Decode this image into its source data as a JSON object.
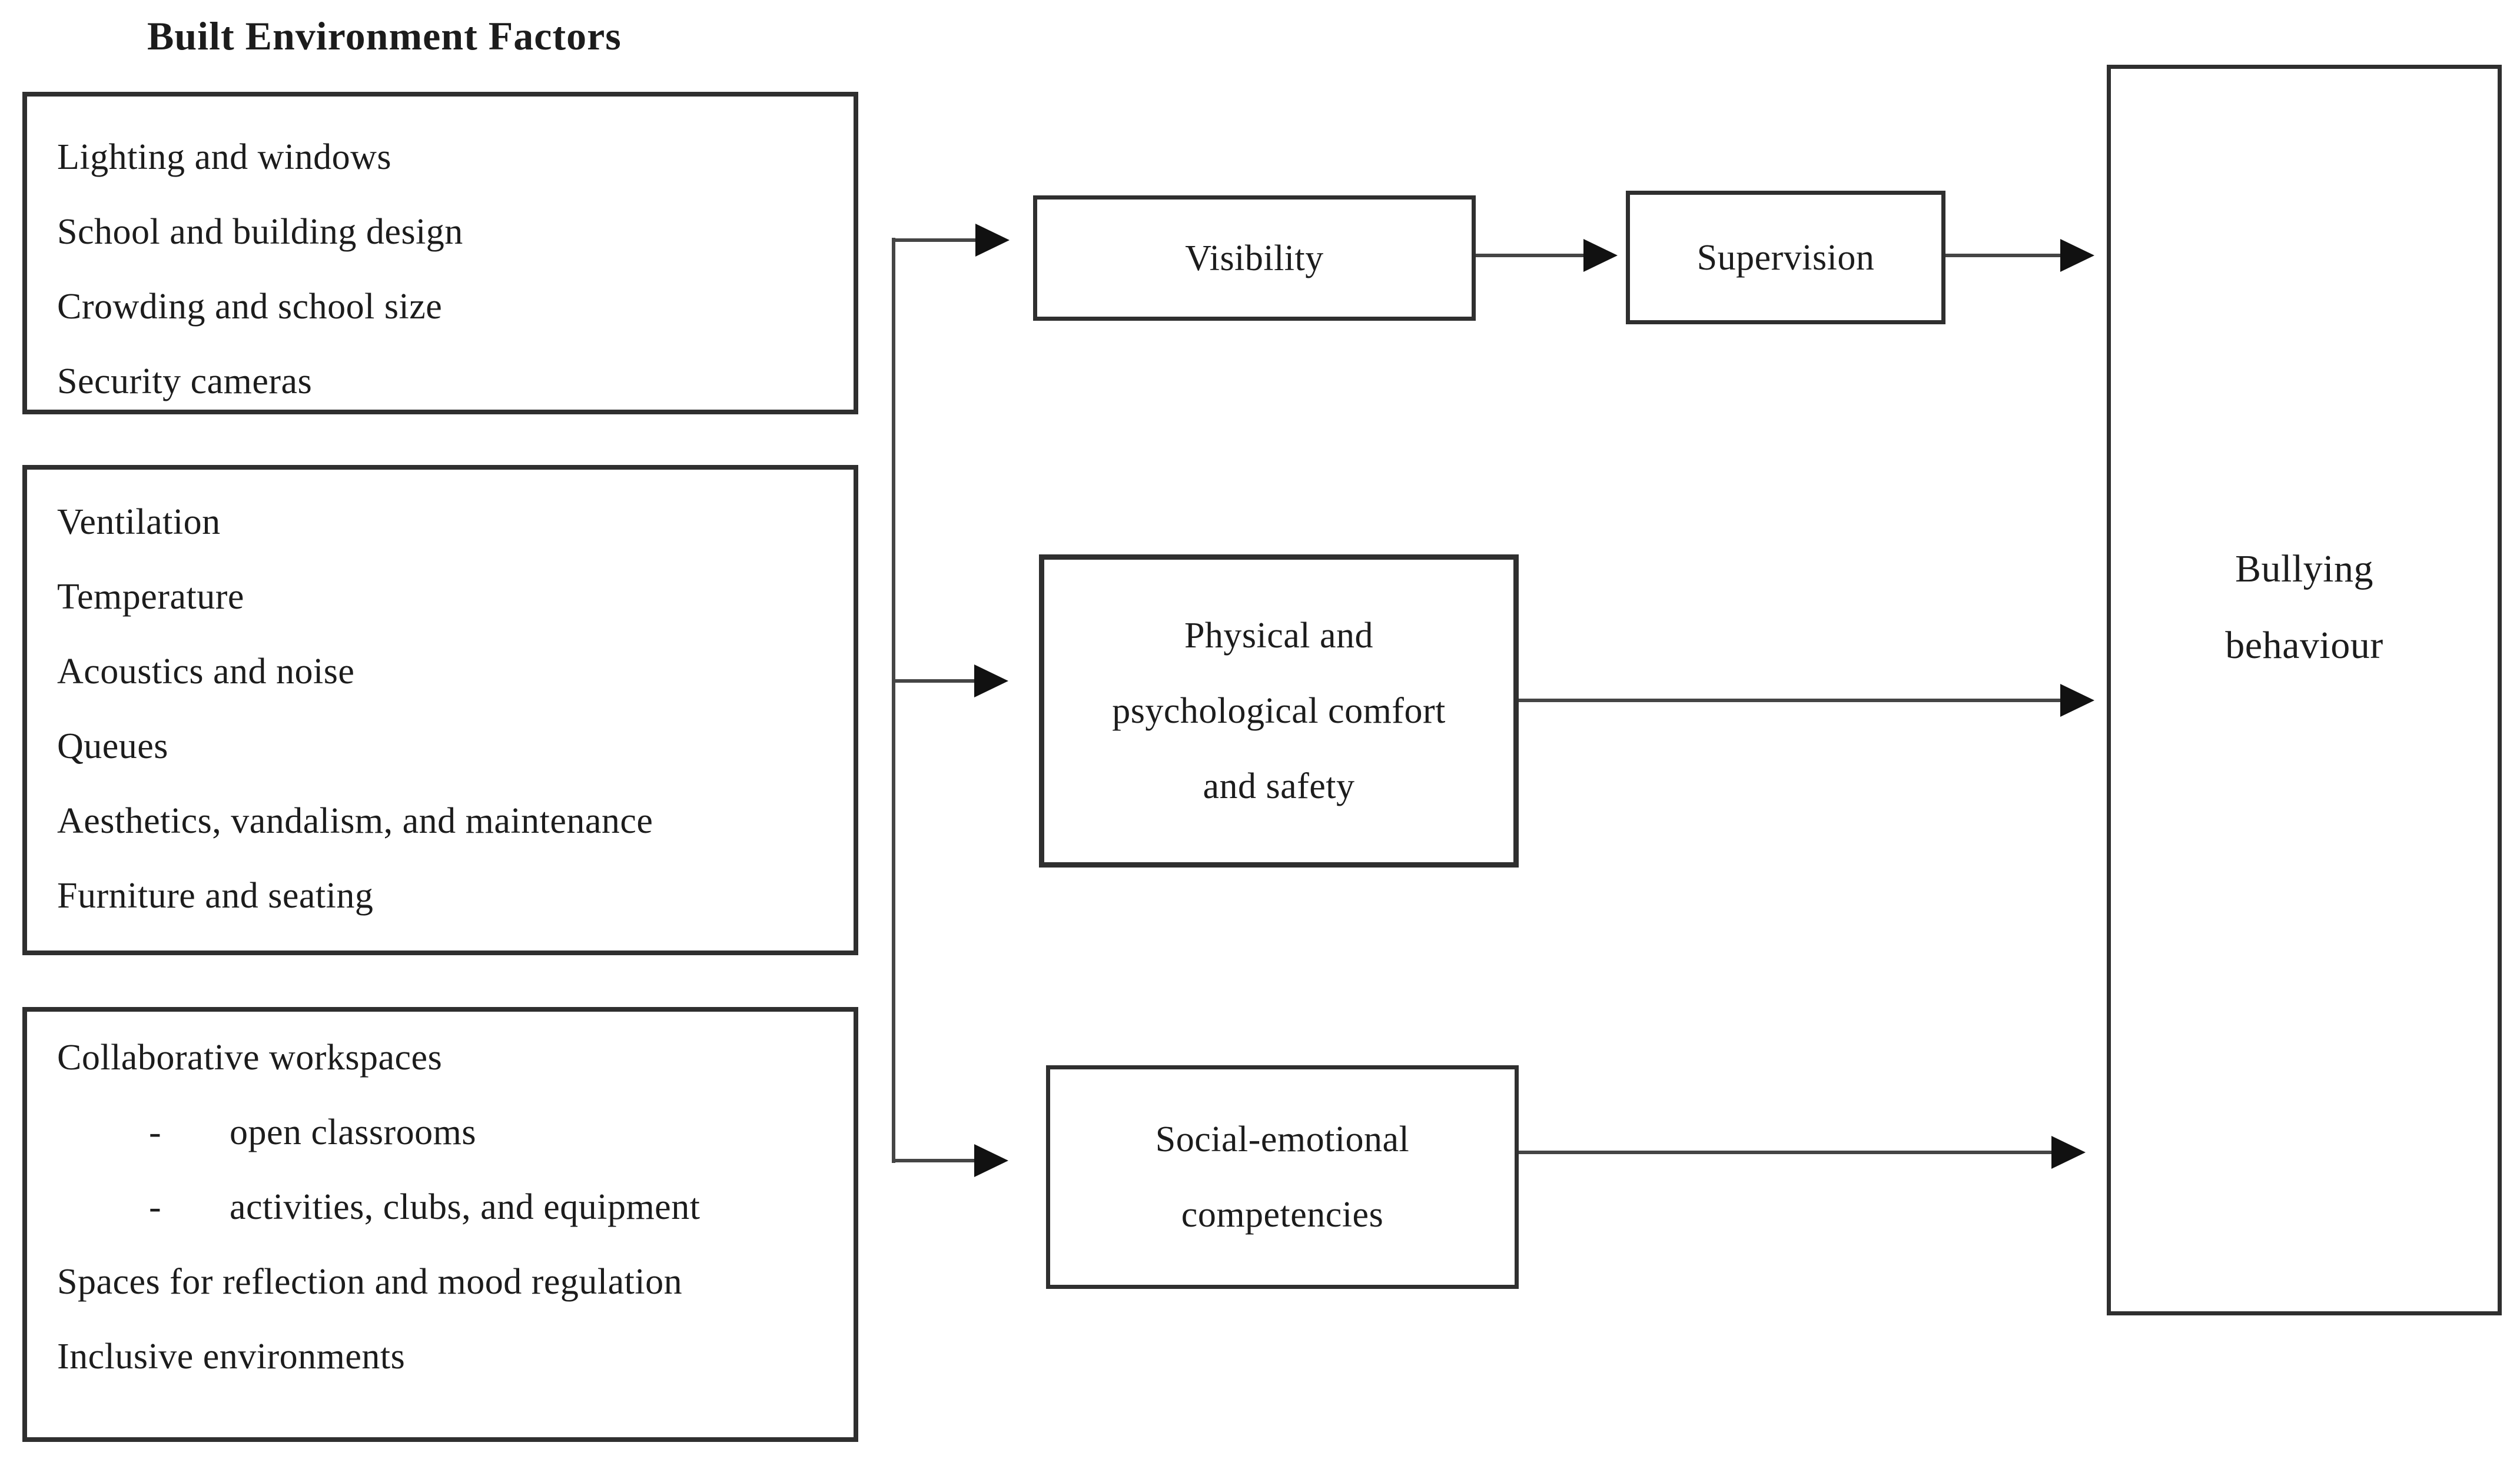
{
  "title": "Built Environment Factors",
  "dash": "-",
  "factor_boxes": [
    {
      "items": [
        {
          "text": "Lighting and windows",
          "indent": false
        },
        {
          "text": "School and building design",
          "indent": false
        },
        {
          "text": "Crowding and school size",
          "indent": false
        },
        {
          "text": "Security cameras",
          "indent": false
        }
      ]
    },
    {
      "items": [
        {
          "text": "Ventilation",
          "indent": false
        },
        {
          "text": "Temperature",
          "indent": false
        },
        {
          "text": "Acoustics and noise",
          "indent": false
        },
        {
          "text": "Queues",
          "indent": false
        },
        {
          "text": "Aesthetics, vandalism, and maintenance",
          "indent": false
        },
        {
          "text": "Furniture and seating",
          "indent": false
        }
      ]
    },
    {
      "items": [
        {
          "text": "Collaborative workspaces",
          "indent": false
        },
        {
          "text": "open classrooms",
          "indent": true
        },
        {
          "text": "activities, clubs, and equipment",
          "indent": true
        },
        {
          "text": "Spaces for reflection and mood regulation",
          "indent": false
        },
        {
          "text": "Inclusive environments",
          "indent": false
        }
      ]
    }
  ],
  "mediators": {
    "visibility": {
      "label": "Visibility"
    },
    "supervision": {
      "label": "Supervision"
    },
    "comfort": {
      "lines": [
        "Physical and",
        "psychological comfort",
        "and safety"
      ]
    },
    "social": {
      "lines": [
        "Social-emotional",
        "competencies"
      ]
    }
  },
  "outcome": {
    "lines": [
      "Bullying",
      "behaviour"
    ]
  },
  "colors": {
    "line": "#454545",
    "arrow": "#111111",
    "border": "#2f2f2f",
    "text": "#1c1c1c"
  }
}
